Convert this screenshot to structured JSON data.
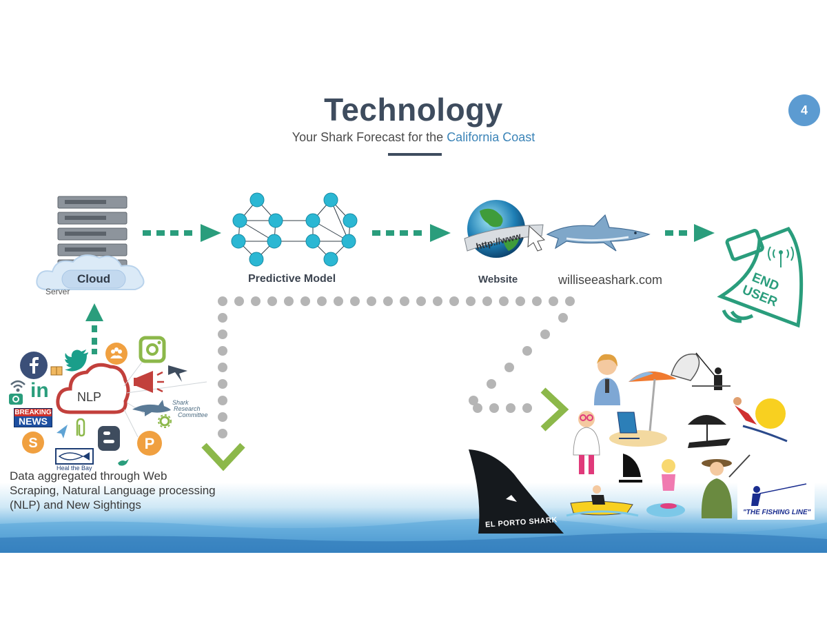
{
  "slide": {
    "title": "Technology",
    "subtitle_prefix": "Your Shark Forecast for the ",
    "subtitle_accent": "California Coast",
    "page_number": "4"
  },
  "flow": {
    "cloud_label": "Cloud",
    "server_label": "Server",
    "model_label": "Predictive Model",
    "website_label": "Website",
    "website_url": "williseeashark.com",
    "globe_ribbon": "http://www.",
    "end_user_line1": "END",
    "end_user_line2": "USER"
  },
  "sources": {
    "nlp_label": "NLP",
    "breaking_line1": "BREAKING",
    "breaking_line2": "NEWS",
    "src_line1": "Shark",
    "src_line2": "Research",
    "src_line3": "Committee",
    "heal_the_bay": "Heal the Bay",
    "caption": "Data aggregated through Web Scraping, Natural Language processing (NLP) and New Sightings"
  },
  "users": {
    "fin_text": "EL PORTO SHARK",
    "fishing_line": "\"THE FISHING LINE\""
  },
  "colors": {
    "title": "#3e4c5e",
    "accent_blue": "#3a83b7",
    "badge": "#5c9bd1",
    "arrow_green": "#2a9d7c",
    "dot_gray": "#b5b5b5",
    "chevron_green": "#8cb84a",
    "nlp_red": "#c2403c",
    "node_teal": "#2bb7d3"
  }
}
